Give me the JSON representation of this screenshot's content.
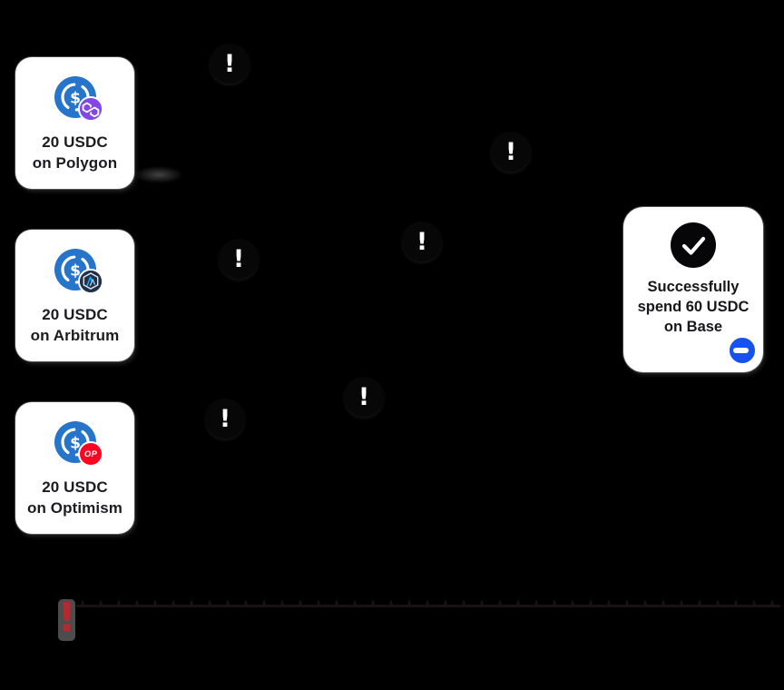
{
  "page": {
    "background": "#000000"
  },
  "diagram": {
    "source_cards": [
      {
        "amount": "20 USDC",
        "chain": "on Polygon"
      },
      {
        "amount": "20 USDC",
        "chain": "on Arbitrum"
      },
      {
        "amount": "20 USDC",
        "chain": "on Optimism"
      }
    ],
    "optimism_badge_label": "OP",
    "result_card": {
      "line1": "Successfully",
      "line2": "spend 60 USDC",
      "line3": "on Base"
    },
    "alert_symbol": "!",
    "warning_symbol": "!",
    "icons": {
      "usdc": "usdc-coin-icon",
      "polygon": "polygon-badge-icon",
      "arbitrum": "arbitrum-badge-icon",
      "optimism": "optimism-badge-icon",
      "base": "base-badge-icon",
      "check": "checkmark-icon",
      "alert": "exclamation-icon"
    },
    "colors": {
      "usdc_blue": "#2775CA",
      "polygon_purple": "#8247E5",
      "arbitrum_navy": "#213147",
      "arbitrum_accent": "#12AAFF",
      "optimism_red": "#FF0420",
      "base_blue": "#1652F0",
      "check_black": "#060608",
      "warning_red": "#B12B31",
      "note_badge_gray": "#4C4C4C",
      "card_white": "#FFFFFF"
    }
  }
}
